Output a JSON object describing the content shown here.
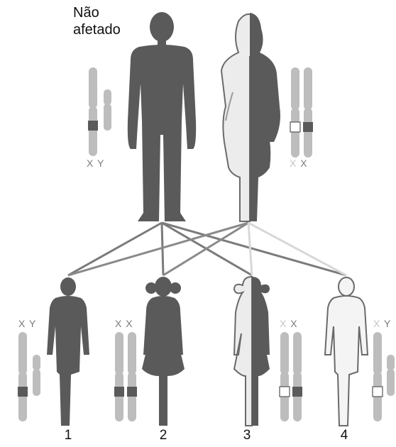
{
  "title": {
    "line1": "Não",
    "line2": "afetado"
  },
  "colors": {
    "affected": "#5a5a5a",
    "carrier_light": "#e6e6e6",
    "chrom": "#bdbdbd",
    "mutant_band": "#5a5a5a",
    "normal_band": "#ffffff",
    "line": "#777777",
    "line_light": "#d6d6d6"
  },
  "parents": {
    "father": {
      "status": "affected",
      "chromosomes": [
        "X",
        "Y"
      ],
      "band": "mutant"
    },
    "mother": {
      "status": "carrier",
      "chromosomes": [
        "X",
        "X"
      ],
      "bands": [
        "normal",
        "mutant"
      ]
    }
  },
  "children": [
    {
      "number": "1",
      "sex": "male",
      "status": "affected",
      "chromosomes": [
        "X",
        "Y"
      ]
    },
    {
      "number": "2",
      "sex": "female",
      "status": "affected",
      "chromosomes": [
        "X",
        "X"
      ]
    },
    {
      "number": "3",
      "sex": "female",
      "status": "carrier",
      "chromosomes": [
        "X",
        "X"
      ]
    },
    {
      "number": "4",
      "sex": "male",
      "status": "unaffected",
      "chromosomes": [
        "X",
        "Y"
      ]
    }
  ]
}
